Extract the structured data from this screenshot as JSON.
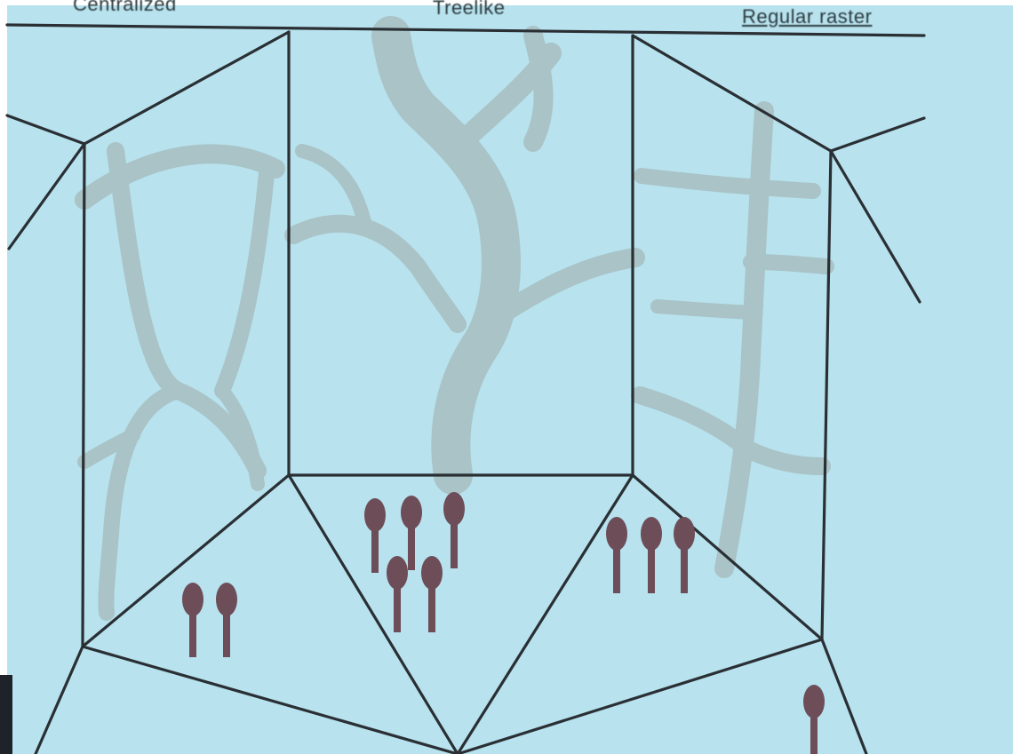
{
  "labels": {
    "centralized": "Centralized",
    "treelike": "Treelike",
    "regular": "Regular raster"
  },
  "colors": {
    "background": "#b7e2ee",
    "vein": "#a9c3c6",
    "outline": "#2a2f34",
    "sporophore": "#6d4d57"
  },
  "panels": [
    {
      "name": "centralized",
      "sporophore_count": 2
    },
    {
      "name": "treelike",
      "sporophore_count": 5
    },
    {
      "name": "regular-raster",
      "sporophore_count": 3
    }
  ]
}
